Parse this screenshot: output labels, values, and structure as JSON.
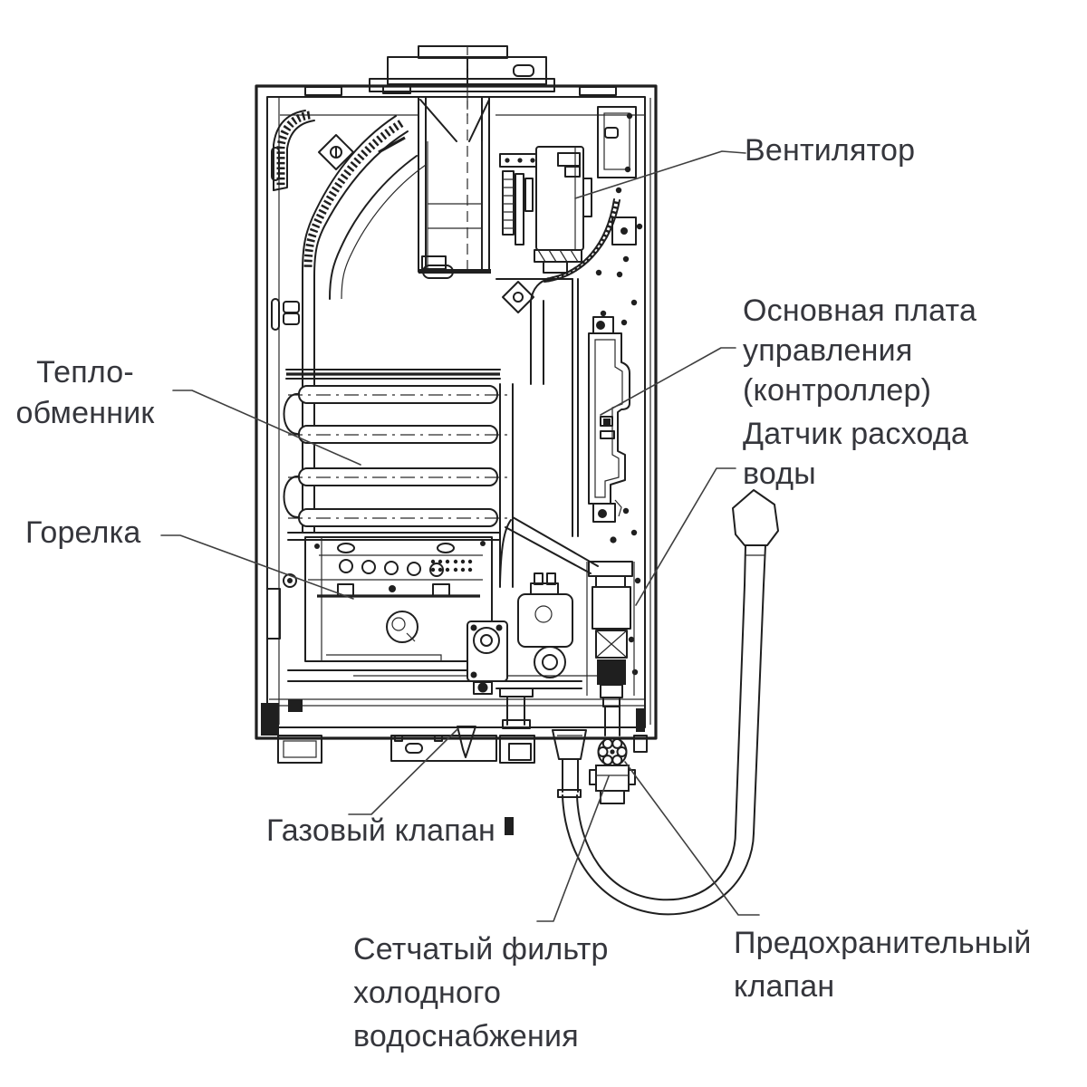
{
  "labels": {
    "fan": "Вентилятор",
    "control_board": "Основная плата\nуправления\n(контроллер)",
    "water_flow_sensor": "Датчик расхода\nводы",
    "heat_exchanger": "Тепло-\nобменник",
    "burner": "Горелка",
    "gas_valve": "Газовый клапан",
    "cold_water_filter": "Сетчатый фильтр\nхолодного\nводоснабжения",
    "safety_valve": "Предохранительный\nклапан"
  },
  "colors": {
    "background": "#ffffff",
    "line": "#1f1f1f",
    "label_text": "#35363c",
    "leader": "#3f3f3f"
  }
}
